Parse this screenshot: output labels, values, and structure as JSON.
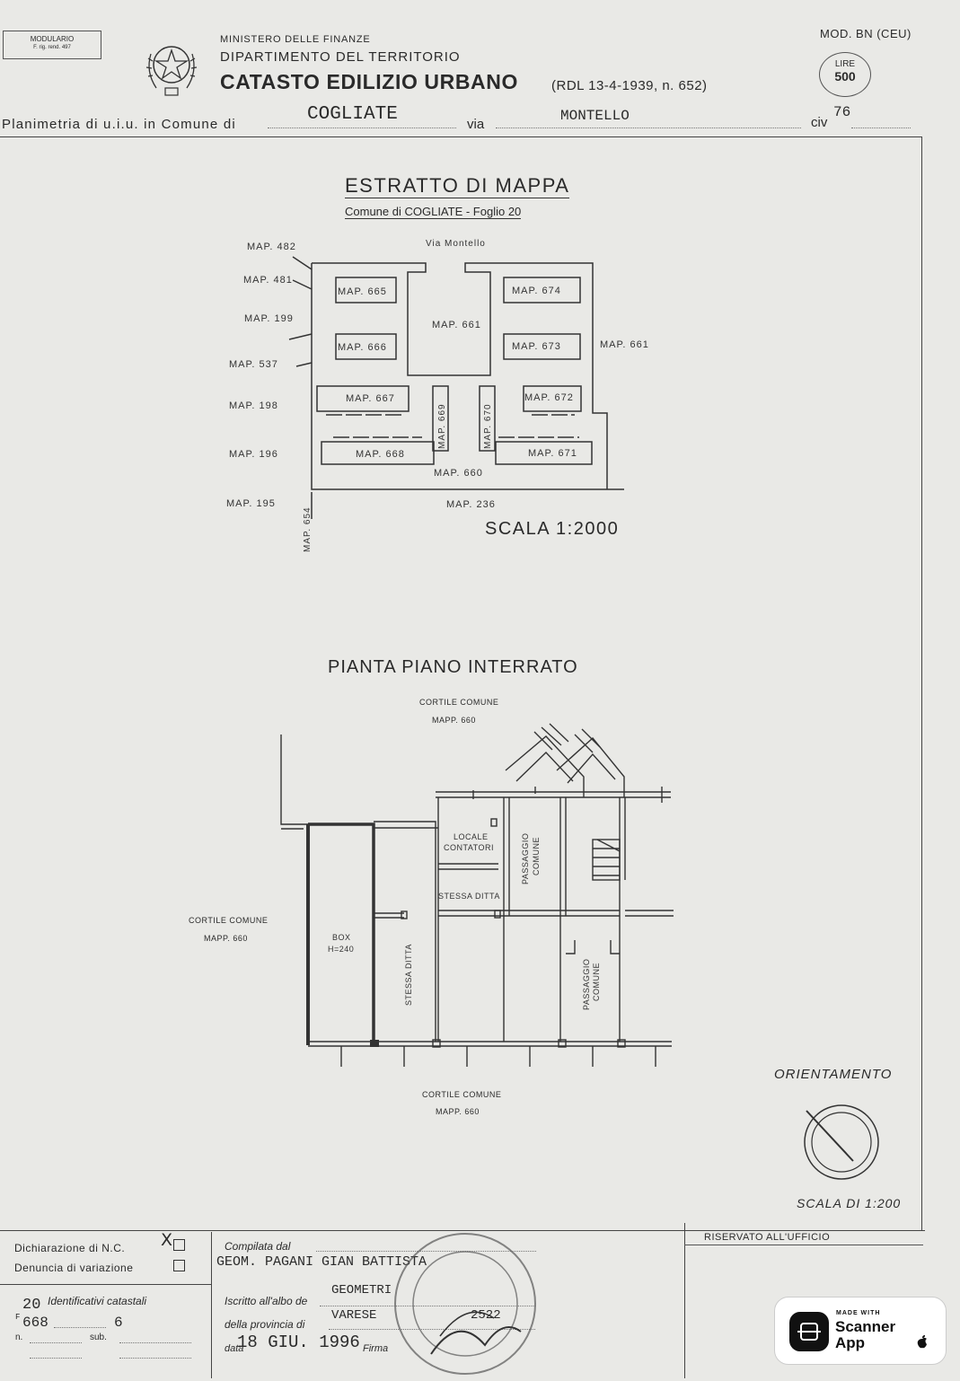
{
  "header": {
    "modulario_line1": "MODULARIO",
    "modulario_line2": "F. rig. rend. 497",
    "ministry": "MINISTERO DELLE FINANZE",
    "department": "DIPARTIMENTO DEL TERRITORIO",
    "catasto": "CATASTO EDILIZIO URBANO",
    "rdl": "(RDL 13-4-1939, n. 652)",
    "mod": "MOD. BN (CEU)",
    "lire_label": "LIRE",
    "lire_value": "500"
  },
  "location": {
    "label_planimetria": "Planimetria di u.i.u. in Comune di",
    "comune": "COGLIATE",
    "label_via": "via",
    "via": "MONTELLO",
    "label_civ": "civ",
    "civ": "76"
  },
  "estratto": {
    "title": "ESTRATTO DI MAPPA",
    "subtitle": "Comune di COGLIATE - Foglio 20",
    "via_label": "Via Montello",
    "scale": "SCALA 1:2000",
    "labels": {
      "m482": "MAP. 482",
      "m481": "MAP. 481",
      "m199": "MAP. 199",
      "m537": "MAP. 537",
      "m198": "MAP. 198",
      "m196": "MAP. 196",
      "m195": "MAP. 195",
      "m654": "MAP. 654",
      "m665": "MAP. 665",
      "m666": "MAP. 666",
      "m661c": "MAP. 661",
      "m674": "MAP. 674",
      "m673": "MAP. 673",
      "m661r": "MAP. 661",
      "m667": "MAP. 667",
      "m669": "MAP. 669",
      "m670": "MAP. 670",
      "m672": "MAP. 672",
      "m668": "MAP. 668",
      "m671": "MAP. 671",
      "m660": "MAP. 660",
      "m236": "MAP. 236"
    }
  },
  "pianta": {
    "title": "PIANTA PIANO INTERRATO",
    "cortile": "CORTILE COMUNE",
    "mapp660": "MAPP. 660",
    "box": "BOX",
    "box_h": "H=240",
    "stessa_ditta": "STESSA DITTA",
    "locale": "LOCALE",
    "contatori": "CONTATORI",
    "passaggio": "PASSAGGIO",
    "comune": "COMUNE",
    "orientamento": "ORIENTAMENTO",
    "scala": "SCALA DI 1:200"
  },
  "footer": {
    "dichiarazione": "Dichiarazione di N.C.",
    "dich_mark": "X",
    "denuncia": "Denuncia di variazione",
    "foglio": "20",
    "identificativi": "Identificativi catastali",
    "f_prefix": "F",
    "mappale": "668",
    "subalterno": "6",
    "n_label": "n.",
    "sub_label": "sub.",
    "compilata_dal": "Compilata dal",
    "compilatore": "GEOM. PAGANI GIAN BATTISTA",
    "iscritto": "Iscritto all'albo de",
    "albo": "GEOMETRI",
    "provincia_label": "della provincia di",
    "provincia": "VARESE",
    "numero": "2522",
    "data_label": "data",
    "data": "18 GIU. 1996",
    "firma": "Firma",
    "riservato": "RISERVATO ALL'UFFICIO"
  },
  "badge": {
    "made_with": "MADE WITH",
    "line1": "Scanner",
    "line2": "App"
  }
}
